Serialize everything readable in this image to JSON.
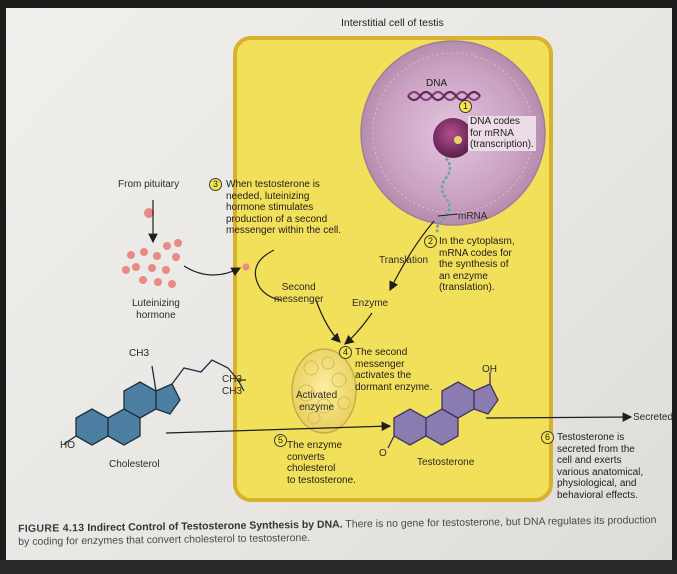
{
  "title": "Interstitial cell of testis",
  "colors": {
    "cell_fill": "#f3e05a",
    "cell_border": "#d8b22c",
    "nucleus": "#c9a0c2",
    "hormone_dots": "#e88a86",
    "cholesterol": "#4d7fa3",
    "testosterone": "#8a7bb0",
    "step_badge": "#f6e44c"
  },
  "labels": {
    "dna": "DNA",
    "from_pituitary": "From pituitary",
    "luteinizing_hormone": "Luteinizing\nhormone",
    "mrna": "mRNA",
    "translation": "Translation",
    "second_messenger": "Second\nmessenger",
    "enzyme": "Enzyme",
    "activated_enzyme": "Activated\nenzyme",
    "cholesterol": "Cholesterol",
    "testosterone": "Testosterone",
    "secreted": "Secreted",
    "ch3_a": "CH3",
    "ch3_b": "CH3",
    "ch3_c": "CH3",
    "ho": "HO",
    "oh": "OH",
    "o": "O"
  },
  "steps": [
    {
      "num": "1",
      "text": "DNA codes\nfor mRNA\n(transcription)."
    },
    {
      "num": "2",
      "text": "In the cytoplasm,\nmRNA codes for\nthe synthesis of\nan enzyme\n(translation)."
    },
    {
      "num": "3",
      "text": "When testosterone is\nneeded, luteinizing\nhormone stimulates\nproduction of a second\nmessenger within the cell."
    },
    {
      "num": "4",
      "text": "The second\nmessenger\nactivates the\ndormant enzyme."
    },
    {
      "num": "5",
      "text": "The enzyme\nconverts\ncholesterol\nto testosterone."
    },
    {
      "num": "6",
      "text": "Testosterone is\nsecreted from the\ncell and exerts\nvarious anatomical,\nphysiological, and\nbehavioral effects."
    }
  ],
  "caption": {
    "figure_no": "FIGURE 4.13",
    "title": "Indirect Control of Testosterone Synthesis by DNA.",
    "text": "There is no gene for testosterone, but DNA regulates its production by coding for enzymes that convert cholesterol to testosterone."
  }
}
